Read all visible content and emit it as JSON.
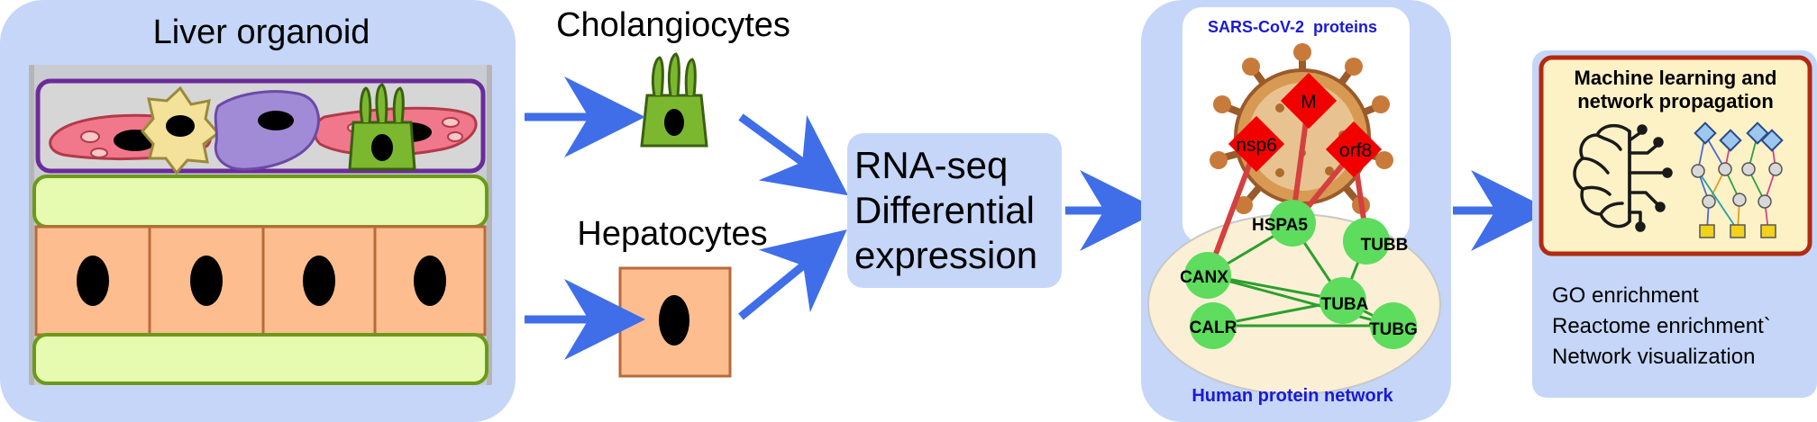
{
  "organoid": {
    "title": "Liver organoid"
  },
  "cells": {
    "cholangiocytes": "Cholangiocytes",
    "hepatocytes": "Hepatocytes"
  },
  "rnaseq": {
    "line1": "RNA-seq",
    "line2": "Differential",
    "line3": "expression"
  },
  "network_panel": {
    "virus_title": "SARS-CoV-2  proteins",
    "human_title": "Human protein network",
    "viral_proteins": [
      "M",
      "nsp6",
      "orf8"
    ],
    "human_proteins": [
      "HSPA5",
      "TUBB",
      "CANX",
      "TUBA",
      "CALR",
      "TUBG"
    ]
  },
  "ml_panel": {
    "title_line1": "Machine learning and",
    "title_line2": "network propagation",
    "outputs": [
      "GO enrichment",
      "Reactome enrichment`",
      "Network visualization"
    ]
  },
  "colors": {
    "panel_blue": "#c5d6f8",
    "arrow_blue": "#3f6ee8",
    "viral_red": "#f20000",
    "human_green": "#5ddc5d",
    "edge_green": "#2ca02c",
    "edge_red": "#d44040",
    "hepatocyte_orange": "#fdbd8f",
    "cholangiocyte_green": "#7cb82f",
    "matrix_green": "#e6fbb0",
    "ml_border": "#b22a10",
    "ml_fill": "#fdf1c6"
  }
}
